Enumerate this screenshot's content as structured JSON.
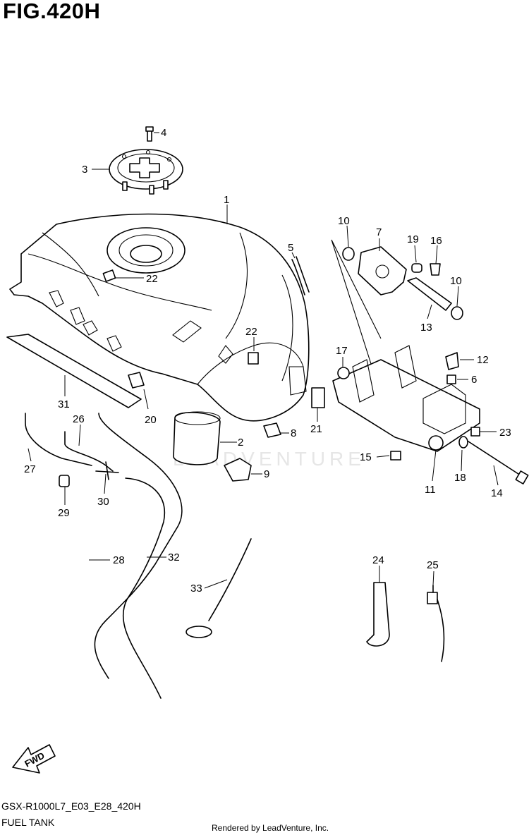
{
  "header": {
    "title": "FIG.420H"
  },
  "footer": {
    "model_code": "GSX-R1000L7_E03_E28_420H",
    "section_name": "FUEL TANK",
    "credit": "Rendered by LeadVenture, Inc."
  },
  "watermark": "LEADVENTURE",
  "direction_arrow": {
    "label": "FWD"
  },
  "part_callouts": [
    "1",
    "2",
    "3",
    "4",
    "5",
    "6",
    "7",
    "8",
    "9",
    "10",
    "10",
    "11",
    "12",
    "13",
    "14",
    "15",
    "16",
    "17",
    "18",
    "19",
    "20",
    "21",
    "22",
    "22",
    "23",
    "24",
    "25",
    "26",
    "27",
    "28",
    "29",
    "30",
    "31",
    "32",
    "33"
  ]
}
